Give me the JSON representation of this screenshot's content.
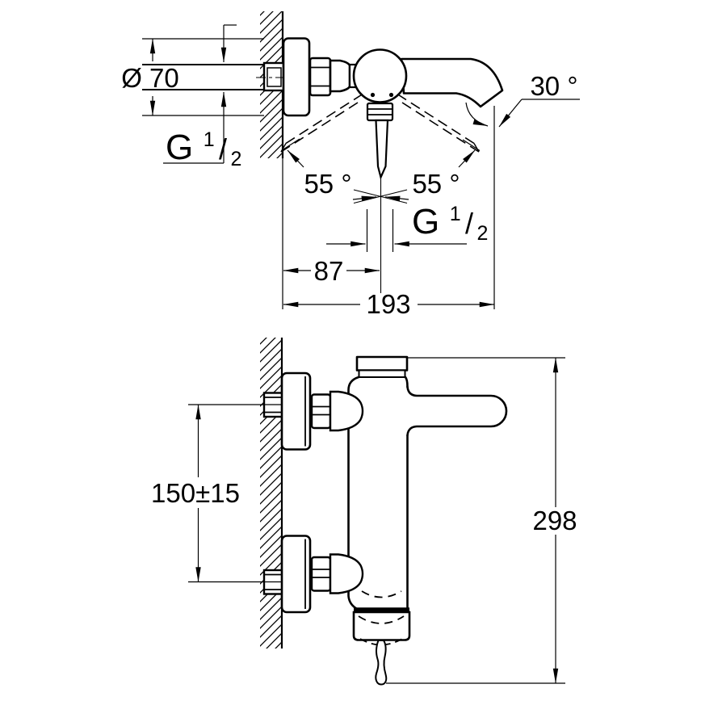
{
  "drawing": {
    "colors": {
      "ink": "#000000",
      "paper": "#ffffff"
    },
    "top_view": {
      "escutcheon_diameter_label": "Ø 70",
      "wall_thread_label": {
        "prefix": "G",
        "numerator": "1",
        "slash": "/",
        "denominator": "2"
      },
      "spout_angle_label": "30 °",
      "handle_angle_left_label": "55 °",
      "handle_angle_right_label": "55 °",
      "outlet_thread_label": {
        "prefix": "G",
        "numerator": "1",
        "slash": "/",
        "denominator": "2"
      },
      "wall_to_outlet_label": "87",
      "wall_to_spout_tip_label": "193"
    },
    "front_view": {
      "connection_spacing_label": "150±15",
      "overall_height_label": "298"
    }
  }
}
